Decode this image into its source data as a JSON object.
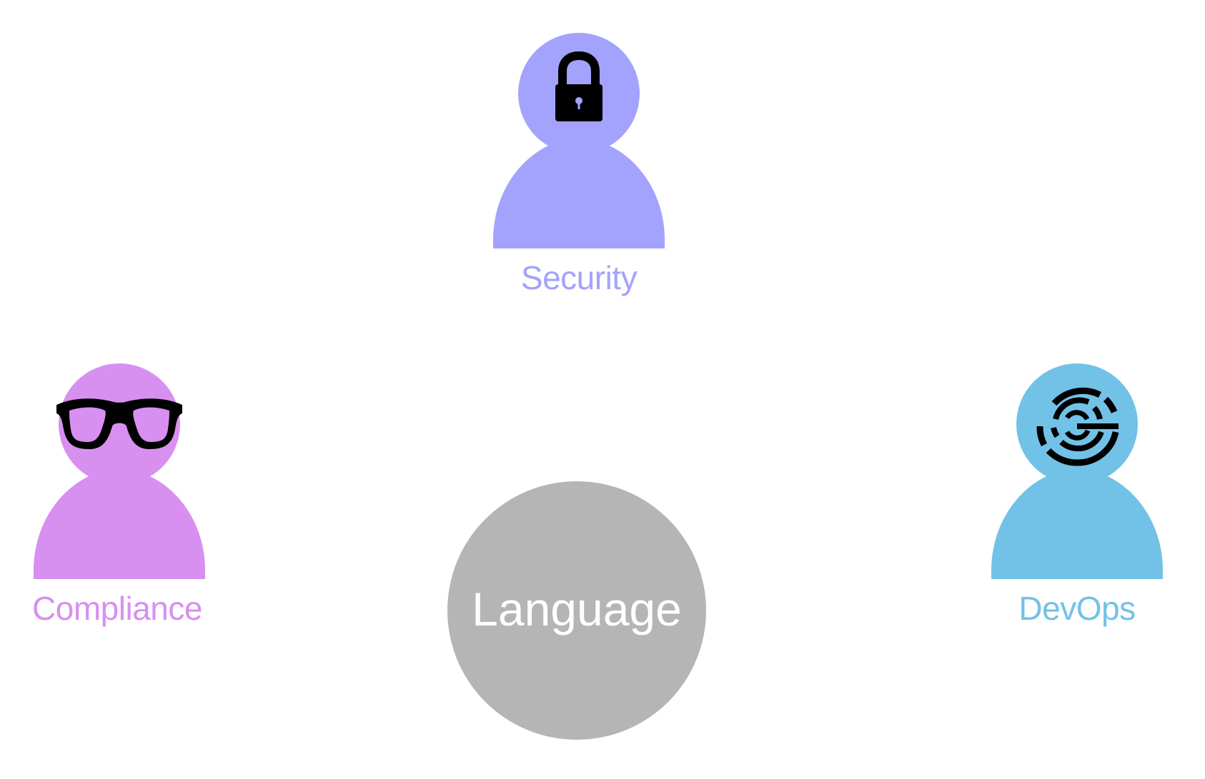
{
  "colors": {
    "security": "#a3a3fd",
    "compliance": "#d78ff0",
    "devops": "#72c2e8",
    "center": "#b5b5b5",
    "icon": "#000000"
  },
  "personas": {
    "security": {
      "label": "Security",
      "icon": "lock-icon"
    },
    "compliance": {
      "label": "Compliance",
      "icon": "glasses-icon"
    },
    "devops": {
      "label": "DevOps",
      "icon": "circular-target-icon"
    }
  },
  "center": {
    "label": "Language"
  }
}
